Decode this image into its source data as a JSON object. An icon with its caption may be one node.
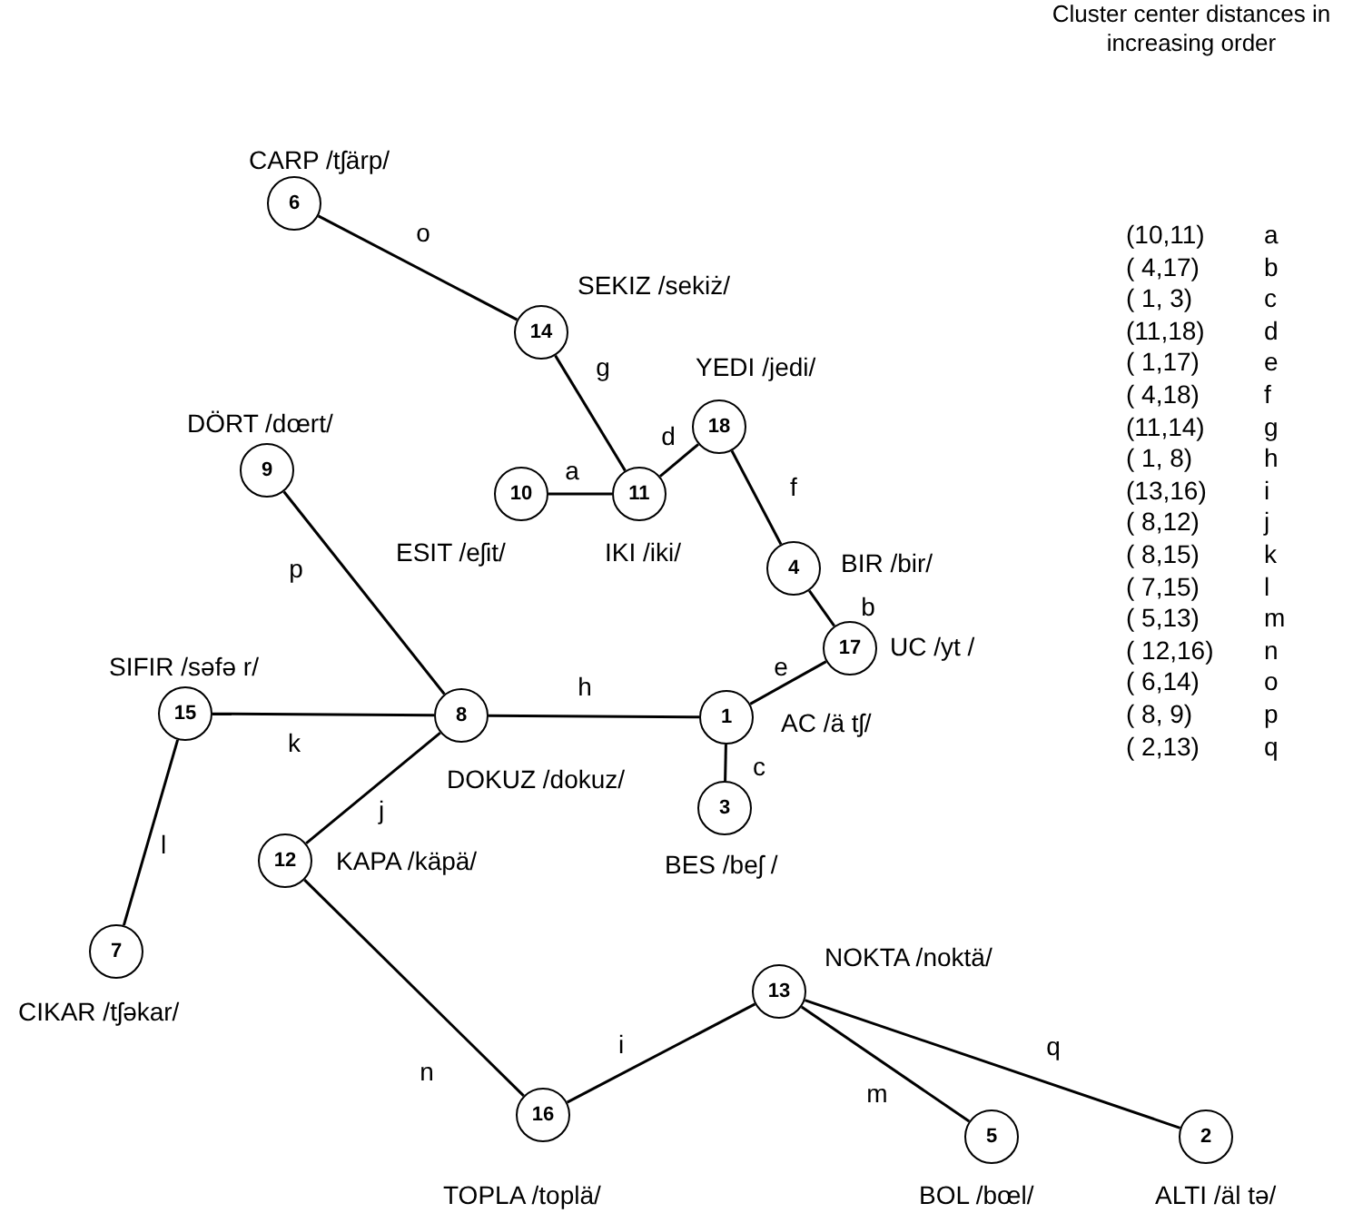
{
  "diagram": {
    "nodes": [
      {
        "text": [
          "6"
        ],
        "beside": [
          "CARP /tʃärp/"
        ]
      },
      {
        "text": [
          "14"
        ],
        "beside": [
          "SEKIZ /sekiż/"
        ]
      },
      {
        "text": [
          "18"
        ],
        "beside": [
          "YEDI /jedi/"
        ]
      },
      {
        "text": [
          "9"
        ],
        "beside": [
          "DÖRT /dœrt/"
        ]
      },
      {
        "text": [
          "10"
        ],
        "beside": [
          "ESIT /eʃit/"
        ]
      },
      {
        "text": [
          "11"
        ],
        "beside": [
          "IKI /iki/"
        ]
      },
      {
        "text": [
          "4"
        ],
        "beside": [
          "BIR /bir/"
        ]
      },
      {
        "text": [
          "17"
        ],
        "beside": [
          "UC /yt /"
        ]
      },
      {
        "text": [
          "15"
        ],
        "beside": [
          "SIFIR /səfə r/"
        ]
      },
      {
        "text": [
          "8"
        ],
        "beside": [
          "DOKUZ /dokuz/"
        ]
      },
      {
        "text": [
          "1"
        ],
        "beside": [
          "AC /ä tʃ/"
        ]
      },
      {
        "text": [
          "3"
        ],
        "beside": [
          "BES /beʃ /"
        ]
      },
      {
        "text": [
          "12"
        ],
        "beside": [
          "KAPA /käpä/"
        ]
      },
      {
        "text": [
          "7"
        ],
        "beside": [
          "CIKAR /tʃəkar/"
        ]
      },
      {
        "text": [
          "13"
        ],
        "beside": [
          "NOKTA /noktä/"
        ]
      },
      {
        "text": [
          "16"
        ],
        "beside": [
          "TOPLA /toplä/"
        ]
      },
      {
        "text": [
          "5"
        ],
        "beside": [
          "BOL /bœl/"
        ]
      },
      {
        "text": [
          "2"
        ],
        "beside": [
          "ALTI /äl tə/"
        ]
      }
    ],
    "edges": [
      {
        "from": 4,
        "to": 5,
        "arrow": "none",
        "label": "a"
      },
      {
        "from": 6,
        "to": 7,
        "arrow": "none",
        "label": "b"
      },
      {
        "from": 10,
        "to": 11,
        "arrow": "none",
        "label": "c"
      },
      {
        "from": 5,
        "to": 2,
        "arrow": "none",
        "label": "d"
      },
      {
        "from": 10,
        "to": 7,
        "arrow": "none",
        "label": "e"
      },
      {
        "from": 6,
        "to": 2,
        "arrow": "none",
        "label": "f"
      },
      {
        "from": 5,
        "to": 1,
        "arrow": "none",
        "label": "g"
      },
      {
        "from": 10,
        "to": 9,
        "arrow": "none",
        "label": "h"
      },
      {
        "from": 14,
        "to": 15,
        "arrow": "none",
        "label": "i"
      },
      {
        "from": 9,
        "to": 12,
        "arrow": "none",
        "label": "j"
      },
      {
        "from": 9,
        "to": 8,
        "arrow": "none",
        "label": "k"
      },
      {
        "from": 13,
        "to": 8,
        "arrow": "none",
        "label": "l"
      },
      {
        "from": 16,
        "to": 14,
        "arrow": "none",
        "label": "m"
      },
      {
        "from": 12,
        "to": 15,
        "arrow": "none",
        "label": "n"
      },
      {
        "from": 0,
        "to": 1,
        "arrow": "none",
        "label": "o"
      },
      {
        "from": 9,
        "to": 3,
        "arrow": "none",
        "label": "p"
      },
      {
        "from": 17,
        "to": 14,
        "arrow": "none",
        "label": "q"
      }
    ],
    "labels": [
      "Cluster center distances in increasing order",
      "(10,11)",
      "a",
      "( 4,17)",
      "b",
      "( 1, 3)",
      "c",
      "(11,18)",
      "d",
      "( 1,17)",
      "e",
      "( 4,18)",
      "f",
      "(11,14)",
      "g",
      "( 1, 8)",
      "h",
      "(13,16)",
      "i",
      "( 8,12)",
      "j",
      "( 8,15)",
      "k",
      "( 7,15)",
      "l",
      "( 5,13)",
      "m",
      "( 12,16)",
      "n",
      "( 6,14)",
      "o",
      "( 8, 9)",
      "p",
      "( 2,13)",
      "q"
    ]
  }
}
